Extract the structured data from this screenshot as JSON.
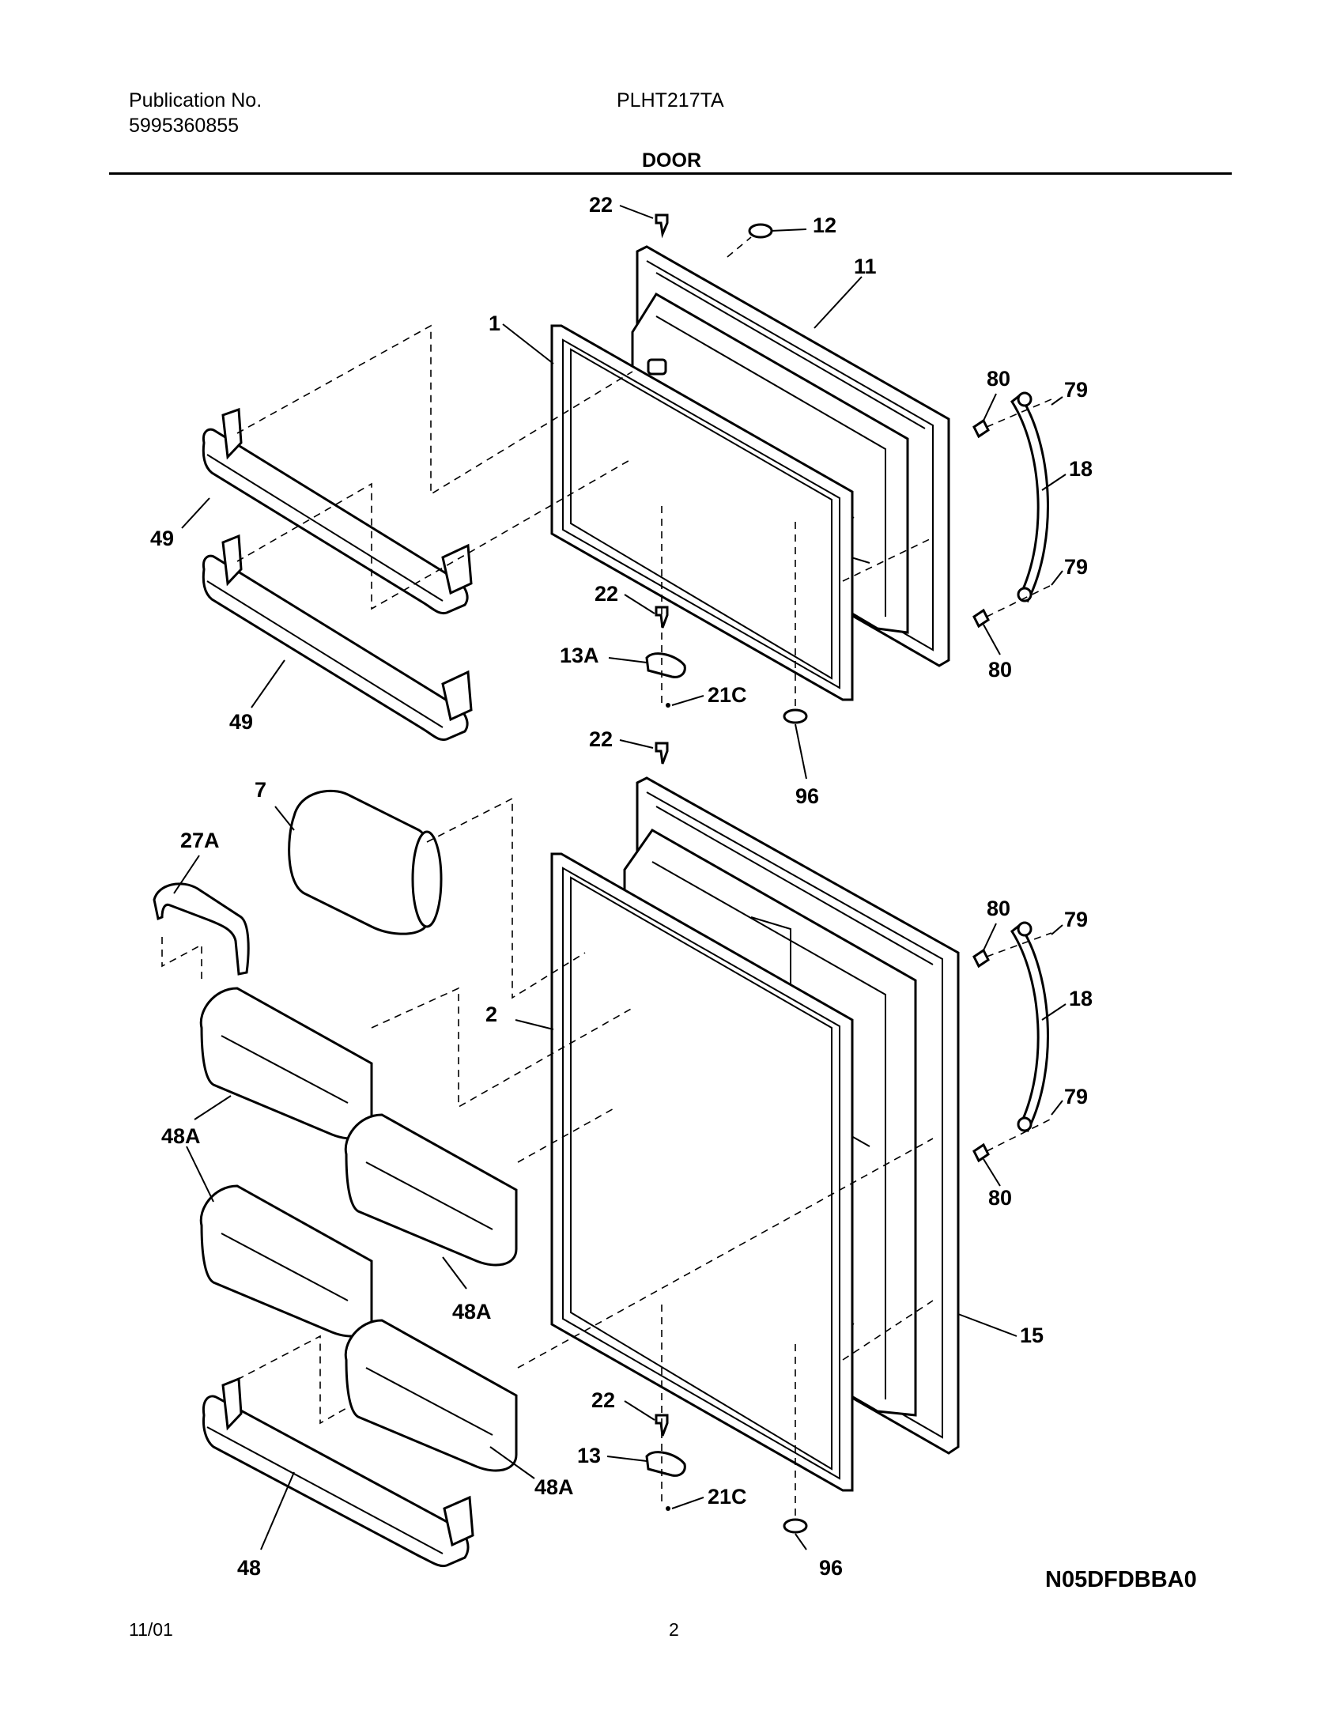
{
  "header": {
    "publication_label": "Publication No.",
    "publication_number": "5995360855",
    "model": "PLHT217TA",
    "section_title": "DOOR"
  },
  "footer": {
    "date": "11/01",
    "page": "2",
    "drawing_id": "N05DFDBBA0"
  },
  "callouts": {
    "screw_top_upper": "22",
    "plug_12": "12",
    "freezer_door_panel": "11",
    "freezer_gasket": "1",
    "freezer_shelf_upper": "49",
    "freezer_shelf_lower": "49",
    "screw_mid_upper": "22",
    "hinge_13a": "13A",
    "pin_21c_upper": "21C",
    "screw_top_lower": "22",
    "bushing_96_upper": "96",
    "bushing_96_lower": "96",
    "nut_80_a": "80",
    "nut_80_b": "80",
    "nut_80_c": "80",
    "nut_80_d": "80",
    "screw_79_a": "79",
    "screw_79_b": "79",
    "screw_79_c": "79",
    "screw_79_d": "79",
    "handle_18_upper": "18",
    "handle_18_lower": "18",
    "dairy_door_7": "7",
    "dairy_cover_27a": "27A",
    "fresh_food_gasket": "2",
    "bin_48a_a": "48A",
    "bin_48a_b": "48A",
    "bin_48a_c": "48A",
    "fresh_food_door_panel": "15",
    "screw_mid_lower": "22",
    "hinge_13": "13",
    "pin_21c_lower": "21C",
    "bottom_shelf_48": "48"
  }
}
